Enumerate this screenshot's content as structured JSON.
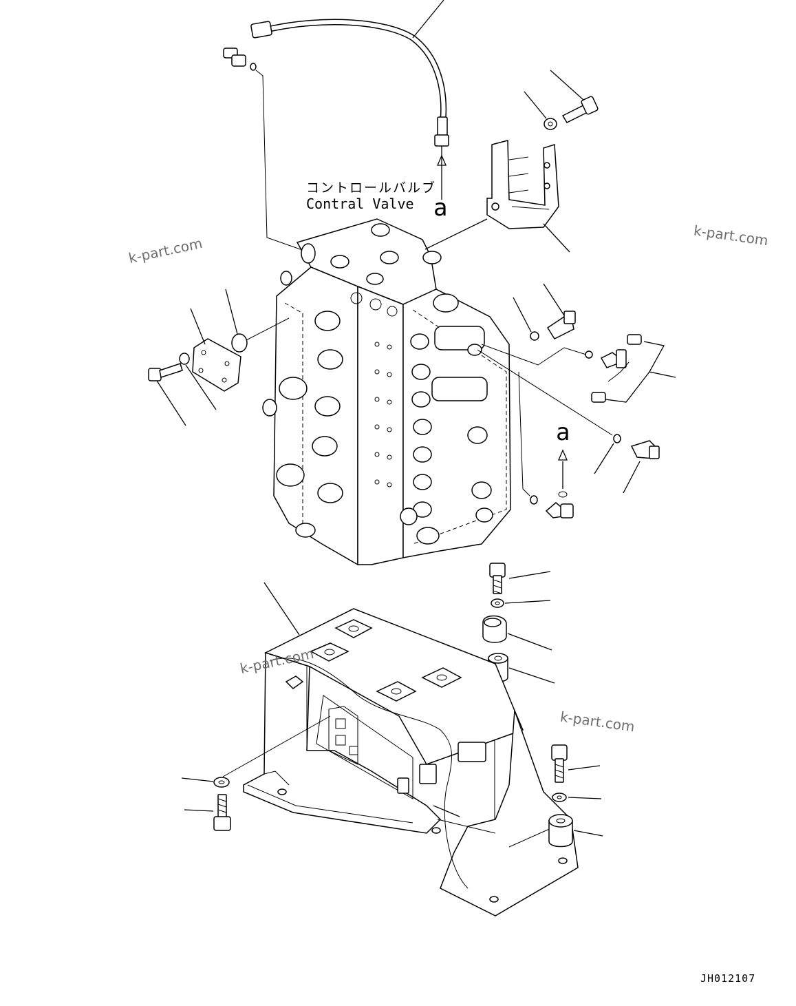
{
  "labels": {
    "component_jp": "コントロールバルブ",
    "component_en": "Contral Valve",
    "view_marker_top": "a",
    "view_marker_right": "a",
    "drawing_id": "JH012107"
  },
  "watermarks": [
    "k-part.com",
    "k-part.com",
    "k-part.com",
    "k-part.com"
  ]
}
